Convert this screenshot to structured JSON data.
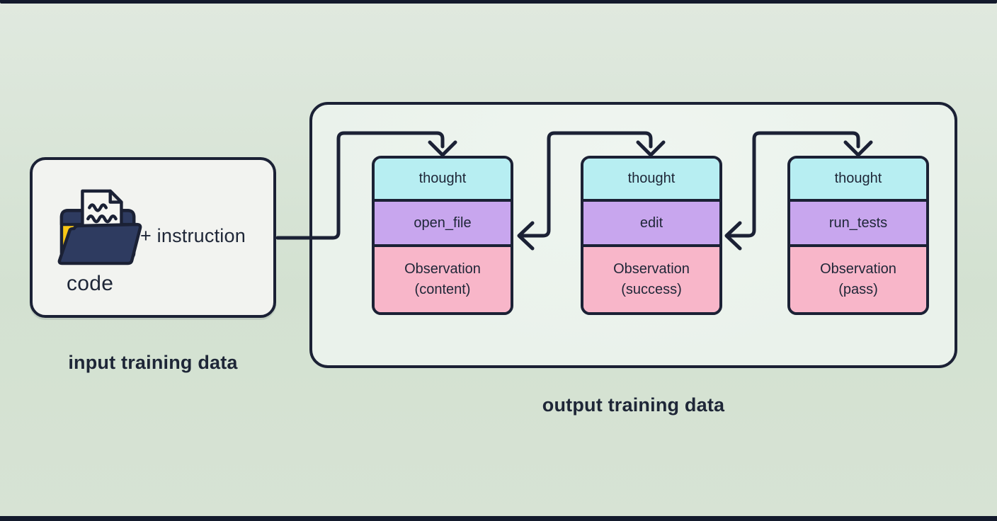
{
  "colors": {
    "frame": "#131a2c",
    "background": "#d3e1d1",
    "background_top": "#e0e9df",
    "line": "#1b2135",
    "text": "#1e2637",
    "container_fill": "#eaf2eb",
    "card_fill": "#f2f3f0",
    "thought_fill": "#b7eef2",
    "action_fill": "#c8a6ee",
    "observation_fill": "#f8b6c9",
    "folder_yellow": "#f8c716",
    "folder_navy": "#2e3b60",
    "paper_white": "#f6f6f3"
  },
  "input_panel": {
    "icon": "folder-document-icon",
    "instruction_label": "+ instruction",
    "code_label": "code",
    "caption": "input training data"
  },
  "output_panel": {
    "caption": "output training data",
    "steps": [
      {
        "thought": "thought",
        "action": "open_file",
        "observation": "Observation",
        "observation_detail": "(content)"
      },
      {
        "thought": "thought",
        "action": "edit",
        "observation": "Observation",
        "observation_detail": "(success)"
      },
      {
        "thought": "thought",
        "action": "run_tests",
        "observation": "Observation",
        "observation_detail": "(pass)"
      }
    ]
  }
}
